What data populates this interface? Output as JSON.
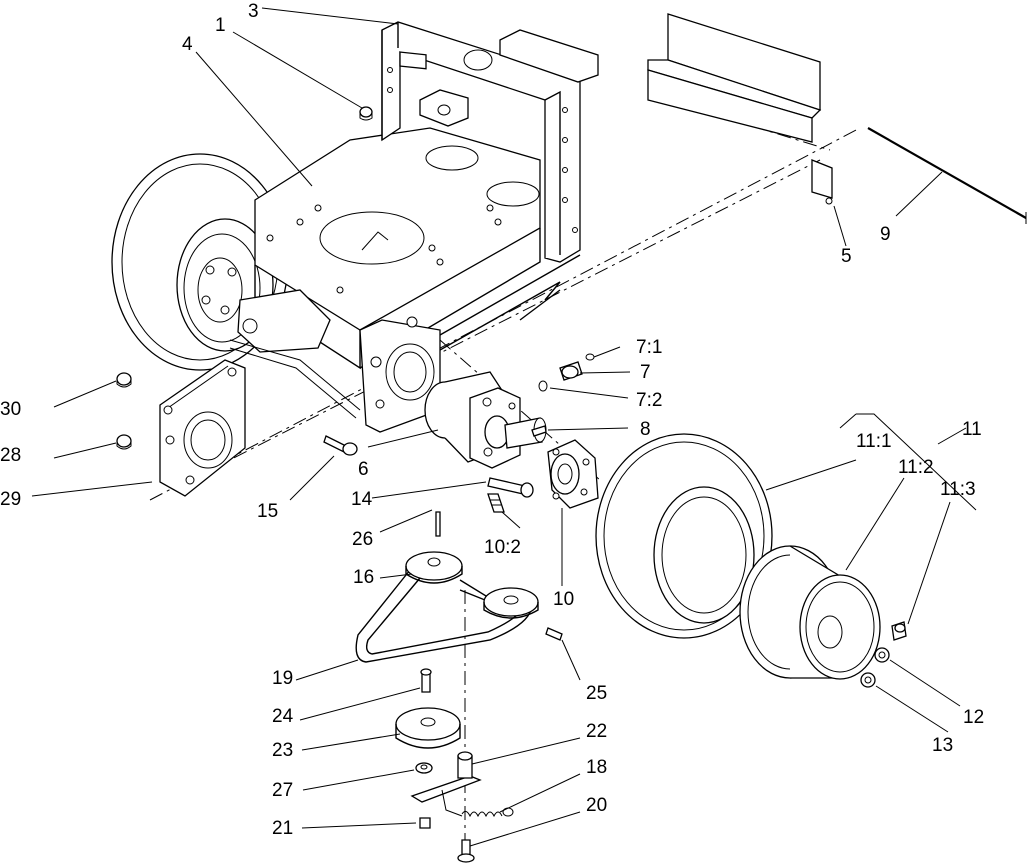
{
  "callouts": {
    "c1": "1",
    "c3": "3",
    "c4": "4",
    "c5": "5",
    "c6": "6",
    "c7": "7",
    "c7_1": "7:1",
    "c7_2": "7:2",
    "c8": "8",
    "c9": "9",
    "c10": "10",
    "c10_2": "10:2",
    "c11": "11",
    "c11_1": "11:1",
    "c11_2": "11:2",
    "c11_3": "11:3",
    "c12": "12",
    "c13": "13",
    "c14": "14",
    "c15": "15",
    "c16": "16",
    "c18": "18",
    "c19": "19",
    "c20": "20",
    "c21": "21",
    "c22": "22",
    "c23": "23",
    "c24": "24",
    "c25": "25",
    "c26": "26",
    "c27": "27",
    "c28": "28",
    "c29": "29",
    "c30": "30"
  }
}
